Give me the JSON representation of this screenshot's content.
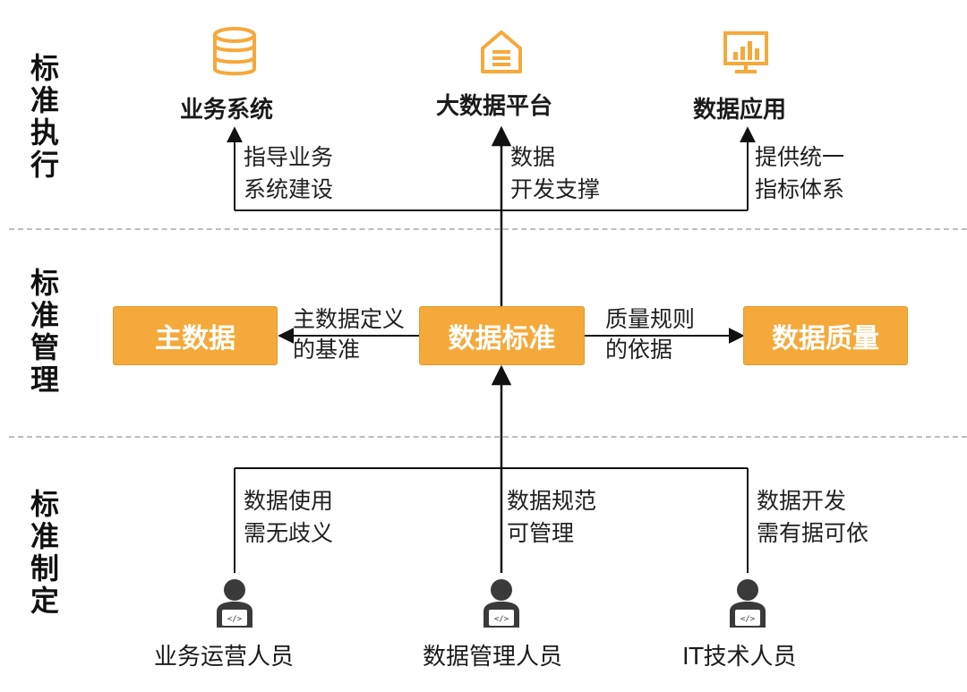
{
  "bands": {
    "execution": "标准执行",
    "management": "标准管理",
    "formulation": "标准制定"
  },
  "top_targets": [
    {
      "title": "业务系统",
      "icon": "database-stack-icon",
      "note": [
        "指导业务",
        "系统建设"
      ]
    },
    {
      "title": "大数据平台",
      "icon": "house-document-icon",
      "note": [
        "数据",
        "开发支撑"
      ]
    },
    {
      "title": "数据应用",
      "icon": "bar-chart-monitor-icon",
      "note": [
        "提供统一",
        "指标体系"
      ]
    }
  ],
  "middle": {
    "left_box": "主数据",
    "center_box": "数据标准",
    "right_box": "数据质量",
    "left_note": [
      "主数据定义",
      "的基准"
    ],
    "right_note": [
      "质量规则",
      "的依据"
    ]
  },
  "people": [
    {
      "label": "业务运营人员",
      "icon": "person-laptop-icon",
      "note": [
        "数据使用",
        "需无歧义"
      ]
    },
    {
      "label": "数据管理人员",
      "icon": "person-laptop-icon",
      "note": [
        "数据规范",
        "可管理"
      ]
    },
    {
      "label": "IT技术人员",
      "icon": "person-laptop-icon",
      "note": [
        "数据开发",
        "需有据可依"
      ]
    }
  ],
  "colors": {
    "accent": "#f5a93a",
    "box_text": "#ffffff",
    "line": "#111111",
    "separator": "#bdbdbd"
  }
}
